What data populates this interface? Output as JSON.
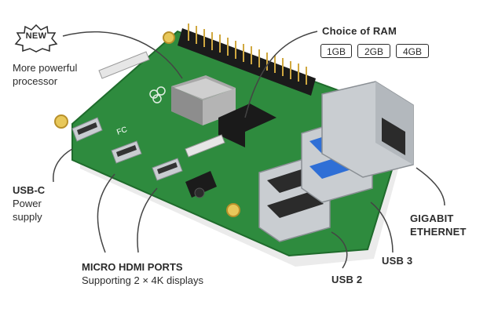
{
  "callouts": {
    "new_badge": "NEW",
    "processor": [
      "More powerful",
      "processor"
    ],
    "ram_title": "Choice of RAM",
    "ram_options": [
      "1GB",
      "2GB",
      "4GB"
    ],
    "usbc": {
      "title": "USB-C",
      "lines": [
        "Power",
        "supply"
      ]
    },
    "hdmi": {
      "title": "MICRO HDMI PORTS",
      "subtitle": "Supporting 2 × 4K displays"
    },
    "usb2": "USB 2",
    "usb3": "USB 3",
    "ethernet": [
      "GIGABIT",
      "ETHERNET"
    ]
  },
  "colors": {
    "board": "#2e8b3e",
    "board_dark": "#1f6b2c",
    "metal": "#c9cdd1",
    "usb3_blue": "#2f6fd6",
    "text": "#2b2b2b"
  }
}
